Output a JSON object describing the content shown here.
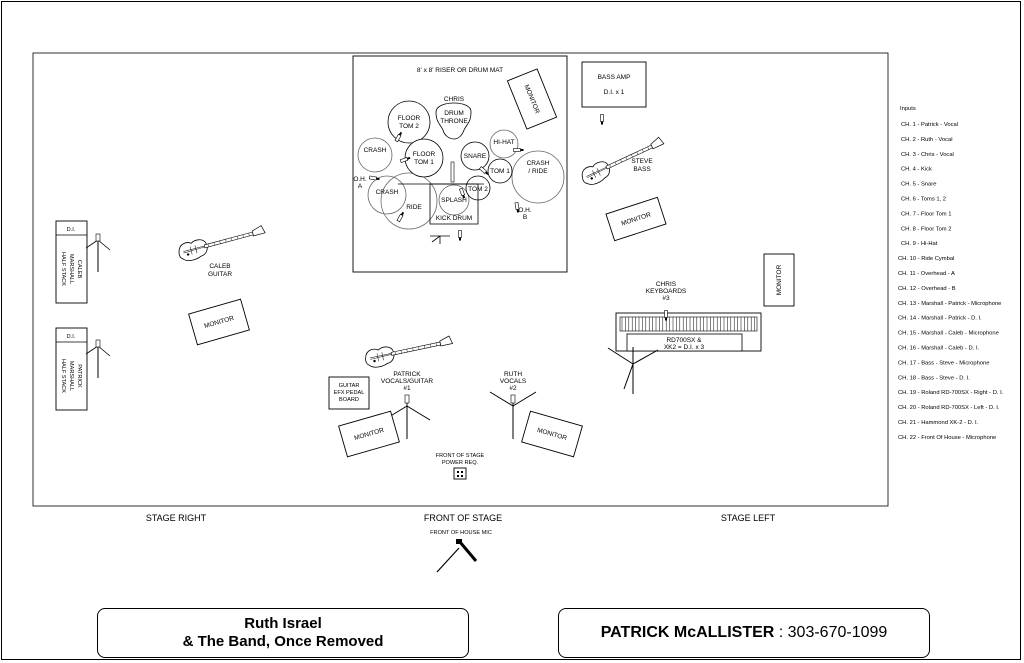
{
  "stage": {
    "riser_label": "8' x 8' RISER OR DRUM MAT",
    "drums": {
      "drummer": "CHRIS",
      "throne": [
        "DRUM",
        "THRONE"
      ],
      "floor_tom_2": [
        "FLOOR",
        "TOM 2"
      ],
      "floor_tom_1": [
        "FLOOR",
        "TOM 1"
      ],
      "crash_left": "CRASH",
      "crash_lower": "CRASH",
      "ride": "RIDE",
      "splash": "SPLASH",
      "snare": "SNARE",
      "hihat": "HI-HAT",
      "tom1": "TOM 1",
      "tom2": "TOM 2",
      "crash_ride": [
        "CRASH",
        "/ RIDE"
      ],
      "kick": "KICK DRUM",
      "oh_a": [
        "O.H.",
        "A"
      ],
      "oh_b": [
        "O.H.",
        "B"
      ]
    },
    "bass_amp": [
      "BASS AMP",
      "D.I. x 1"
    ],
    "steve": [
      "STEVE",
      "BASS"
    ],
    "caleb_guitar": [
      "CALEB",
      "GUITAR"
    ],
    "caleb_stack": [
      "D.I.",
      "CALEB",
      "MARSHALL",
      "HALF STACK"
    ],
    "patrick_stack": [
      "D.I.",
      "PATRICK",
      "MARSHALL",
      "HALF STACK"
    ],
    "keys_label": [
      "CHRIS",
      "KEYBOARDS",
      "#3"
    ],
    "keys_di": [
      "RD700SX &",
      "XK2 = D.I. x 3"
    ],
    "patrick_mic": [
      "PATRICK",
      "VOCALS/GUITAR",
      "#1"
    ],
    "ruth_mic": [
      "RUTH",
      "VOCALS",
      "#2"
    ],
    "pedal_board": [
      "GUITAR",
      "EFX PEDAL",
      "BOARD"
    ],
    "power": [
      "FRONT OF STAGE",
      "POWER REQ."
    ],
    "monitor": "MONITOR",
    "stage_right": "STAGE RIGHT",
    "front_of_stage": "FRONT OF STAGE",
    "stage_left": "STAGE LEFT",
    "foh_mic": "FRONT OF HOUSE MIC"
  },
  "inputs": {
    "title": "Inputs",
    "list": [
      "CH. 1  - Patrick - Vocal",
      "CH. 2  - Ruth - Vocal",
      "CH. 3  - Chris - Vocal",
      "CH. 4  - Kick",
      "CH. 5  - Snare",
      "CH. 6  - Toms 1, 2",
      "CH. 7  - Floor Tom 1",
      "CH. 8  - Floor Tom 2",
      "CH. 9  - Hi-Hat",
      "CH. 10 - Ride Cymbal",
      "CH. 11 - Overhead - A",
      "CH. 12 - Overhead - B",
      "CH. 13 - Marshall - Patrick - Microphone",
      "CH. 14 - Marshall - Patrick - D. I.",
      "CH. 15 - Marshall - Caleb - Microphone",
      "CH. 16 - Marshall - Caleb - D. I.",
      "CH. 17 - Bass - Steve - Microphone",
      "CH. 18 - Bass - Steve - D. I.",
      "CH. 19 - Roland RD-700SX - Right - D. I.",
      "CH. 20 - Roland RD-700SX - Left - D. I.",
      "CH. 21 - Hammond XK-2 - D. I.",
      "CH. 22 - Front Of House - Microphone"
    ]
  },
  "footer": {
    "band_line1": "Ruth Israel",
    "band_line2": "& The Band, Once Removed",
    "contact_name": "PATRICK McALLISTER",
    "contact_phone": " : 303-670-1099"
  }
}
